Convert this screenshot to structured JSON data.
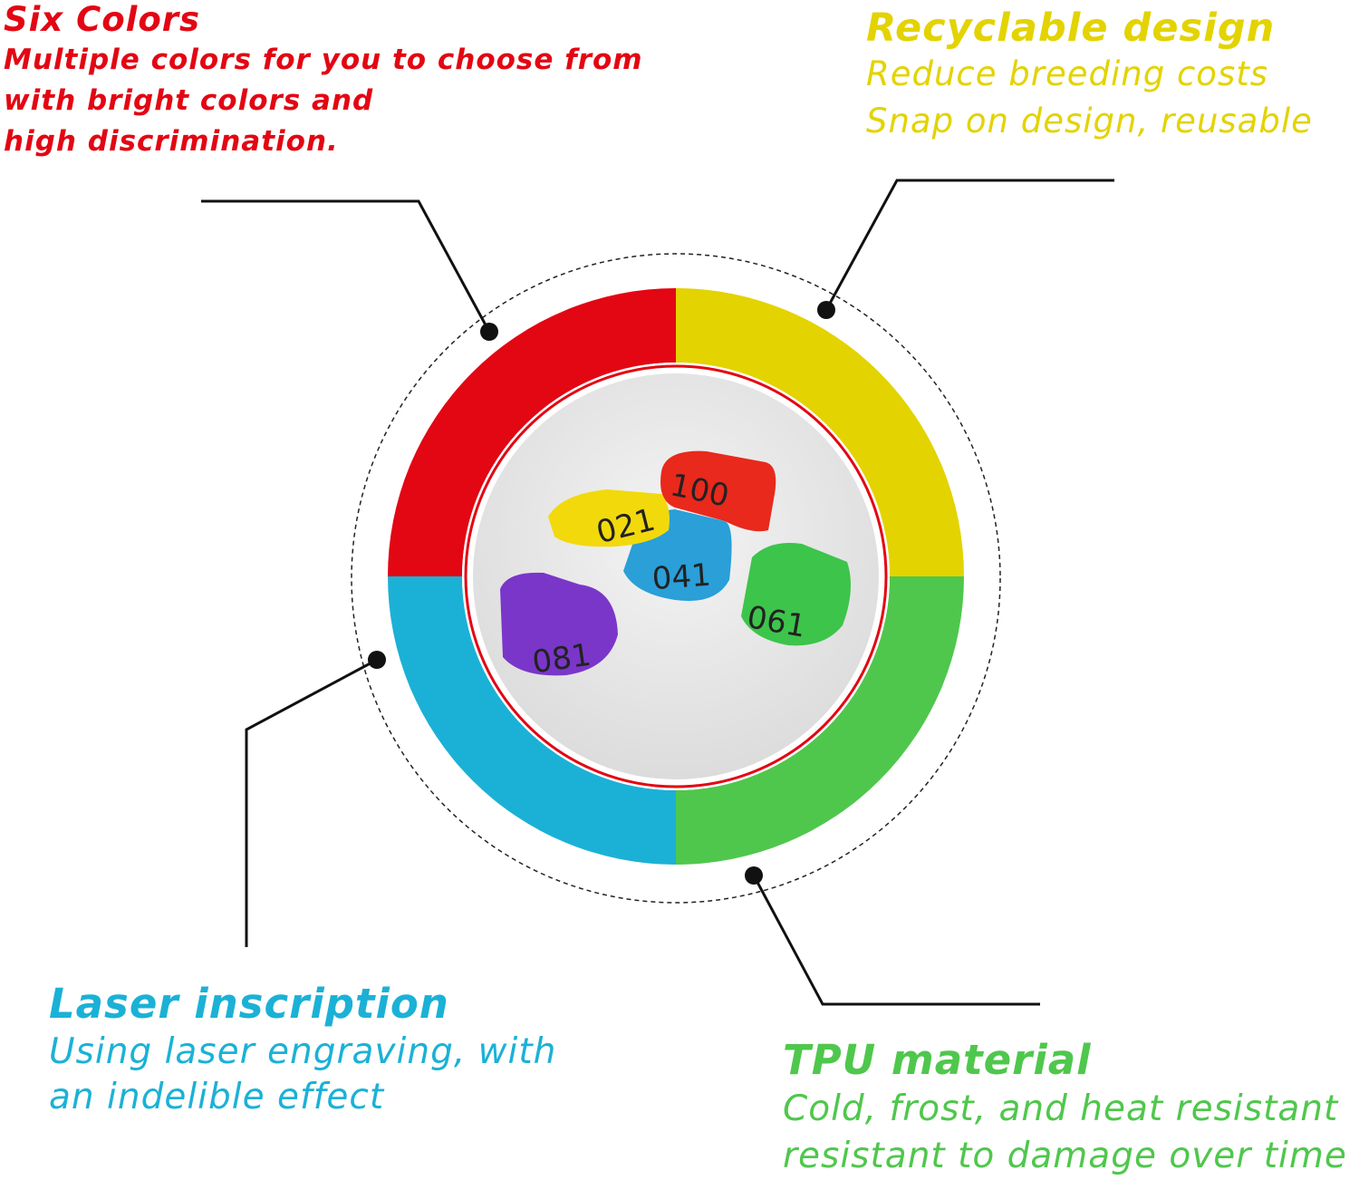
{
  "colors": {
    "red": "#e30613",
    "yellow": "#e3d300",
    "blue": "#1bb1d6",
    "green": "#4fc74c",
    "line": "#111111"
  },
  "features": {
    "six_colors": {
      "title": "Six Colors",
      "lines": [
        "Multiple colors for you to choose from",
        "with bright colors and",
        "high discrimination."
      ]
    },
    "recyclable": {
      "title": "Recyclable design",
      "lines": [
        "Reduce breeding costs",
        "Snap on design, reusable"
      ]
    },
    "laser": {
      "title": "Laser inscription",
      "lines": [
        "Using laser engraving, with",
        "an indelible effect"
      ]
    },
    "tpu": {
      "title": "TPU material",
      "lines": [
        "Cold, frost, and heat resistant",
        "resistant to damage over time"
      ]
    }
  },
  "rings": [
    {
      "number": "021",
      "color": "#f2d90c"
    },
    {
      "number": "100",
      "color": "#e8291c"
    },
    {
      "number": "041",
      "color": "#2a9fd8"
    },
    {
      "number": "061",
      "color": "#3dc44a"
    },
    {
      "number": "081",
      "color": "#7a36c9"
    }
  ]
}
